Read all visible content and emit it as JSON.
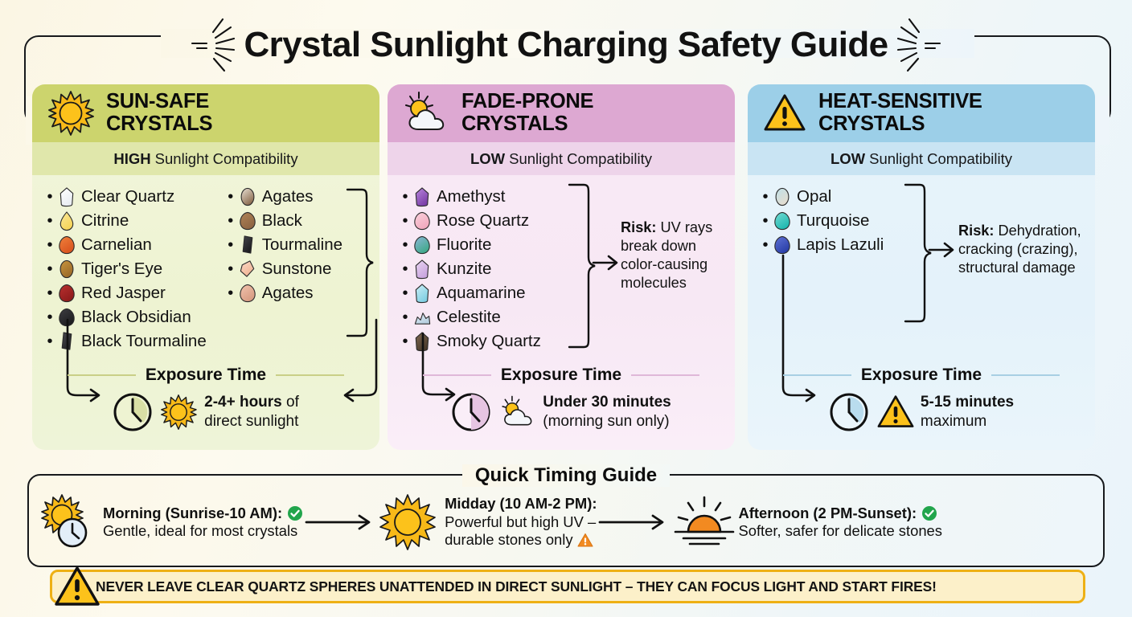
{
  "header": {
    "title": "Crystal Sunlight Charging Safety Guide",
    "sparkle_left_icon": "sparkle-burst-icon",
    "sparkle_right_icon": "sparkle-burst-icon"
  },
  "cards": [
    {
      "id": "sun-safe",
      "icon": "sun-icon",
      "title_line1": "SUN-SAFE",
      "title_line2": "CRYSTALS",
      "compat_level": "HIGH",
      "compat_label": "Sunlight Compatibility",
      "header_color": "#ccd46d",
      "sub_color": "#e0e7ab",
      "body_color": "#eef3d2",
      "crystals_col1": [
        {
          "icon": "clear-quartz-icon",
          "label": "Clear Quartz"
        },
        {
          "icon": "citrine-icon",
          "label": "Citrine"
        },
        {
          "icon": "carnelian-icon",
          "label": "Carnelian"
        },
        {
          "icon": "tigers-eye-icon",
          "label": "Tiger's Eye"
        },
        {
          "icon": "red-jasper-icon",
          "label": "Red Jasper"
        },
        {
          "icon": "black-obsidian-icon",
          "label": "Black Obsidian"
        },
        {
          "icon": "black-tourmaline-icon",
          "label": "Black Tourmaline"
        }
      ],
      "crystals_col2": [
        {
          "icon": "agate-icon",
          "label": "Agates"
        },
        {
          "icon": "black-stone-icon",
          "label": "Black"
        },
        {
          "icon": "tourmaline-icon",
          "label": "Tourmaline"
        },
        {
          "icon": "sunstone-icon",
          "label": "Sunstone"
        },
        {
          "icon": "agate-pink-icon",
          "label": "Agates"
        }
      ],
      "risk_label": "",
      "risk_text": "",
      "exposure_title": "Exposure Time",
      "exposure_icon": "sun-icon",
      "exposure_bold": "2-4+ hours",
      "exposure_rest": " of",
      "exposure_line2": "direct sunlight"
    },
    {
      "id": "fade-prone",
      "icon": "sun-behind-cloud-icon",
      "title_line1": "FADE-PRONE",
      "title_line2": "CRYSTALS",
      "compat_level": "LOW",
      "compat_label": "Sunlight Compatibility",
      "header_color": "#dda8d2",
      "sub_color": "#eed4ea",
      "body_color": "#f7e8f4",
      "crystals_col1": [
        {
          "icon": "amethyst-icon",
          "label": "Amethyst"
        },
        {
          "icon": "rose-quartz-icon",
          "label": "Rose Quartz"
        },
        {
          "icon": "fluorite-icon",
          "label": "Fluorite"
        },
        {
          "icon": "kunzite-icon",
          "label": "Kunzite"
        },
        {
          "icon": "aquamarine-icon",
          "label": "Aquamarine"
        },
        {
          "icon": "celestite-icon",
          "label": "Celestite"
        },
        {
          "icon": "smoky-quartz-icon",
          "label": "Smoky Quartz"
        }
      ],
      "crystals_col2": [],
      "risk_label": "Risk:",
      "risk_text": " UV rays break down color-causing molecules",
      "exposure_title": "Exposure Time",
      "exposure_icon": "sun-behind-cloud-icon",
      "exposure_bold": "Under 30 minutes",
      "exposure_rest": "",
      "exposure_line2": "(morning sun only)"
    },
    {
      "id": "heat-sensitive",
      "icon": "warning-triangle-icon",
      "title_line1": "HEAT-SENSITIVE",
      "title_line2": "CRYSTALS",
      "compat_level": "LOW",
      "compat_label": "Sunlight Compatibility",
      "header_color": "#9ccfe8",
      "sub_color": "#c9e4f3",
      "body_color": "#e4f2fa",
      "crystals_col1": [
        {
          "icon": "opal-icon",
          "label": "Opal"
        },
        {
          "icon": "turquoise-icon",
          "label": "Turquoise"
        },
        {
          "icon": "lapis-lazuli-icon",
          "label": "Lapis Lazuli"
        }
      ],
      "crystals_col2": [],
      "risk_label": "Risk:",
      "risk_text": " Dehydration, cracking (crazing), structural damage",
      "exposure_title": "Exposure Time",
      "exposure_icon": "warning-triangle-icon",
      "exposure_bold": "5-15 minutes",
      "exposure_rest": "",
      "exposure_line2": "maximum"
    }
  ],
  "timing": {
    "section_title": "Quick Timing Guide",
    "items": [
      {
        "icon": "sun-with-clock-icon",
        "head": "Morning (Sunrise-10 AM):",
        "status_icon": "green-check-icon",
        "body": "Gentle, ideal for most crystals",
        "body2": "",
        "trailing_icon": ""
      },
      {
        "icon": "bright-sun-icon",
        "head": "Midday (10 AM-2 PM):",
        "status_icon": "",
        "body": "Powerful but high UV –",
        "body2": "durable stones only",
        "trailing_icon": "orange-warning-icon"
      },
      {
        "icon": "sunset-icon",
        "head": "Afternoon (2 PM-Sunset):",
        "status_icon": "green-check-icon",
        "body": "Softer, safer for delicate stones",
        "body2": "",
        "trailing_icon": ""
      }
    ]
  },
  "warning": {
    "icon": "warning-triangle-icon",
    "text": "NEVER LEAVE CLEAR QUARTZ SPHERES UNATTENDED IN DIRECT SUNLIGHT – THEY CAN FOCUS LIGHT AND START FIRES!",
    "bg_color": "#fcf0c9",
    "border_color": "#eeb014"
  }
}
